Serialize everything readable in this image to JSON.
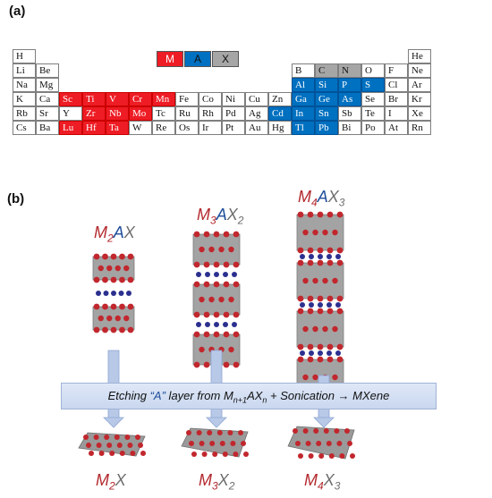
{
  "panel_a": {
    "label": "(a)",
    "legend": [
      {
        "symbol": "M",
        "color": "#ee1c24",
        "text_color": "#ffffff"
      },
      {
        "symbol": "A",
        "color": "#0070c0",
        "text_color": "#111111"
      },
      {
        "symbol": "X",
        "color": "#a6a6a6",
        "text_color": "#111111"
      }
    ],
    "rows": [
      [
        [
          "H",
          1,
          ""
        ],
        [
          "He",
          18,
          ""
        ]
      ],
      [
        [
          "Li",
          1,
          ""
        ],
        [
          "Be",
          2,
          ""
        ],
        [
          "B",
          13,
          ""
        ],
        [
          "C",
          14,
          "x"
        ],
        [
          "N",
          15,
          "x"
        ],
        [
          "O",
          16,
          ""
        ],
        [
          "F",
          17,
          ""
        ],
        [
          "Ne",
          18,
          ""
        ]
      ],
      [
        [
          "Na",
          1,
          ""
        ],
        [
          "Mg",
          2,
          ""
        ],
        [
          "Al",
          13,
          "a"
        ],
        [
          "Si",
          14,
          "a"
        ],
        [
          "P",
          15,
          "a"
        ],
        [
          "S",
          16,
          "a"
        ],
        [
          "Cl",
          17,
          ""
        ],
        [
          "Ar",
          18,
          ""
        ]
      ],
      [
        [
          "K",
          1,
          ""
        ],
        [
          "Ca",
          2,
          ""
        ],
        [
          "Sc",
          3,
          "m"
        ],
        [
          "Ti",
          4,
          "m"
        ],
        [
          "V",
          5,
          "m"
        ],
        [
          "Cr",
          6,
          "m"
        ],
        [
          "Mn",
          7,
          "m"
        ],
        [
          "Fe",
          8,
          ""
        ],
        [
          "Co",
          9,
          ""
        ],
        [
          "Ni",
          10,
          ""
        ],
        [
          "Cu",
          11,
          ""
        ],
        [
          "Zn",
          12,
          ""
        ],
        [
          "Ga",
          13,
          "a"
        ],
        [
          "Ge",
          14,
          "a"
        ],
        [
          "As",
          15,
          "a"
        ],
        [
          "Se",
          16,
          ""
        ],
        [
          "Br",
          17,
          ""
        ],
        [
          "Kr",
          18,
          ""
        ]
      ],
      [
        [
          "Rb",
          1,
          ""
        ],
        [
          "Sr",
          2,
          ""
        ],
        [
          "Y",
          3,
          ""
        ],
        [
          "Zr",
          4,
          "m"
        ],
        [
          "Nb",
          5,
          "m"
        ],
        [
          "Mo",
          6,
          "m"
        ],
        [
          "Tc",
          7,
          ""
        ],
        [
          "Ru",
          8,
          ""
        ],
        [
          "Rh",
          9,
          ""
        ],
        [
          "Pd",
          10,
          ""
        ],
        [
          "Ag",
          11,
          ""
        ],
        [
          "Cd",
          12,
          "a"
        ],
        [
          "In",
          13,
          "a"
        ],
        [
          "Sn",
          14,
          "a"
        ],
        [
          "Sb",
          15,
          ""
        ],
        [
          "Te",
          16,
          ""
        ],
        [
          "I",
          17,
          ""
        ],
        [
          "Xe",
          18,
          ""
        ]
      ],
      [
        [
          "Cs",
          1,
          ""
        ],
        [
          "Ba",
          2,
          ""
        ],
        [
          "Lu",
          3,
          "m"
        ],
        [
          "Hf",
          4,
          "m"
        ],
        [
          "Ta",
          5,
          "m"
        ],
        [
          "W",
          6,
          ""
        ],
        [
          "Re",
          7,
          ""
        ],
        [
          "Os",
          8,
          ""
        ],
        [
          "Ir",
          9,
          ""
        ],
        [
          "Pt",
          10,
          ""
        ],
        [
          "Au",
          11,
          ""
        ],
        [
          "Hg",
          12,
          ""
        ],
        [
          "Tl",
          13,
          "a"
        ],
        [
          "Pb",
          14,
          "a"
        ],
        [
          "Bi",
          15,
          ""
        ],
        [
          "Po",
          16,
          ""
        ],
        [
          "At",
          17,
          ""
        ],
        [
          "Rn",
          18,
          ""
        ]
      ]
    ]
  },
  "panel_b": {
    "label": "(b)",
    "max_phases": [
      {
        "m": "M",
        "m_sub": "2",
        "a": "A",
        "x": "X",
        "x_sub": "",
        "layers": 2
      },
      {
        "m": "M",
        "m_sub": "3",
        "a": "A",
        "x": "X",
        "x_sub": "2",
        "layers": 3
      },
      {
        "m": "M",
        "m_sub": "4",
        "a": "A",
        "x": "X",
        "x_sub": "3",
        "layers": 4
      }
    ],
    "banner": {
      "pre": "Etching ",
      "quoted": "“A”",
      "mid": " layer from M",
      "sub1": "n+1",
      "mid2": "AX",
      "sub2": "n",
      "post": " + Sonication → MXene"
    },
    "mxenes": [
      {
        "m": "M",
        "m_sub": "2",
        "x": "X",
        "x_sub": ""
      },
      {
        "m": "M",
        "m_sub": "3",
        "x": "X",
        "x_sub": "2"
      },
      {
        "m": "M",
        "m_sub": "4",
        "x": "X",
        "x_sub": "3"
      }
    ],
    "colors": {
      "m_atom": "#c1272d",
      "a_atom": "#2b2f8f",
      "octahedron": "#9a9a9a",
      "arrow": "#b8c9e8"
    }
  }
}
